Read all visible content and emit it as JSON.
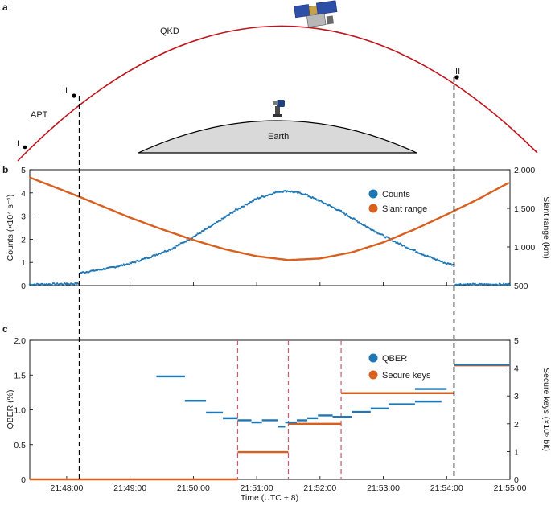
{
  "panel_a": {
    "letter": "a",
    "labels": {
      "qkd": "QKD",
      "apt": "APT",
      "earth": "Earth",
      "point_1": "I",
      "point_2": "II",
      "point_3": "III"
    },
    "orbit_color": "#c0141c",
    "earth_color": "#d9d9d9"
  },
  "chart_data": [
    {
      "panel": "b",
      "type": "scatter",
      "xlabel": "",
      "ylabel_left": "Counts (×10⁴ s⁻¹)",
      "ylabel_right": "Slant range (km)",
      "xlim": [
        "21:47:25",
        "21:55:00"
      ],
      "ylim_left": [
        0,
        5
      ],
      "ylim_right": [
        500,
        2000
      ],
      "yticks_left": [
        "0",
        "1",
        "2",
        "3",
        "4",
        "5"
      ],
      "yticks_right": [
        "500",
        "1,000",
        "1,500",
        "2,000"
      ],
      "legend": [
        "Counts",
        "Slant range"
      ],
      "legend_position": "top-right",
      "colors": {
        "counts": "#1f77b4",
        "slant_range": "#d95f1e"
      },
      "series": [
        {
          "name": "Counts",
          "axis": "left",
          "points": [
            [
              "21:47:25",
              0.05
            ],
            [
              "21:48:12",
              0.08
            ],
            [
              "21:48:13",
              0.55
            ],
            [
              "21:48:40",
              0.75
            ],
            [
              "21:49:00",
              0.95
            ],
            [
              "21:49:20",
              1.25
            ],
            [
              "21:49:40",
              1.6
            ],
            [
              "21:50:00",
              2.1
            ],
            [
              "21:50:20",
              2.65
            ],
            [
              "21:50:40",
              3.25
            ],
            [
              "21:51:00",
              3.75
            ],
            [
              "21:51:20",
              4.05
            ],
            [
              "21:51:30",
              4.08
            ],
            [
              "21:51:45",
              3.95
            ],
            [
              "21:52:00",
              3.65
            ],
            [
              "21:52:20",
              3.2
            ],
            [
              "21:52:40",
              2.65
            ],
            [
              "21:53:00",
              2.15
            ],
            [
              "21:53:20",
              1.7
            ],
            [
              "21:53:40",
              1.3
            ],
            [
              "21:54:00",
              0.95
            ],
            [
              "21:54:07",
              0.9
            ],
            [
              "21:54:08",
              0.05
            ],
            [
              "21:55:00",
              0.05
            ]
          ]
        },
        {
          "name": "Slant range",
          "axis": "right",
          "points": [
            [
              "21:47:25",
              1900
            ],
            [
              "21:48:12",
              1650
            ],
            [
              "21:49:00",
              1380
            ],
            [
              "21:49:30",
              1230
            ],
            [
              "21:50:00",
              1090
            ],
            [
              "21:50:30",
              970
            ],
            [
              "21:51:00",
              880
            ],
            [
              "21:51:30",
              830
            ],
            [
              "21:52:00",
              850
            ],
            [
              "21:52:30",
              930
            ],
            [
              "21:53:00",
              1060
            ],
            [
              "21:53:30",
              1230
            ],
            [
              "21:54:00",
              1420
            ],
            [
              "21:54:30",
              1620
            ],
            [
              "21:55:00",
              1840
            ]
          ]
        }
      ]
    },
    {
      "panel": "c",
      "type": "line",
      "xlabel": "Time (UTC + 8)",
      "ylabel_left": "QBER (%)",
      "ylabel_right": "Secure keys (×10⁵ bit)",
      "xlim": [
        "21:47:25",
        "21:55:00"
      ],
      "ylim_left": [
        0,
        2
      ],
      "ylim_right": [
        0,
        5
      ],
      "xticks": [
        "21:48:00",
        "21:49:00",
        "21:50:00",
        "21:51:00",
        "21:52:00",
        "21:53:00",
        "21:54:00",
        "21:55:00"
      ],
      "yticks_left": [
        "0",
        "0.5",
        "1.0",
        "1.5",
        "2.0"
      ],
      "yticks_right": [
        "0",
        "1",
        "2",
        "3",
        "4",
        "5"
      ],
      "legend": [
        "QBER",
        "Secure keys"
      ],
      "legend_position": "top-right",
      "colors": {
        "qber": "#1f77b4",
        "secure_keys": "#d95f1e",
        "key_boundaries": "#cc5a6a"
      },
      "key_boundaries": [
        "21:50:42",
        "21:51:30",
        "21:52:20"
      ],
      "series": [
        {
          "name": "QBER",
          "axis": "left",
          "segments": [
            [
              "21:49:25",
              "21:49:52",
              1.48
            ],
            [
              "21:49:52",
              "21:50:12",
              1.13
            ],
            [
              "21:50:12",
              "21:50:28",
              0.96
            ],
            [
              "21:50:28",
              "21:50:42",
              0.88
            ],
            [
              "21:50:42",
              "21:50:55",
              0.85
            ],
            [
              "21:50:55",
              "21:51:05",
              0.82
            ],
            [
              "21:51:05",
              "21:51:20",
              0.85
            ],
            [
              "21:51:20",
              "21:51:27",
              0.76
            ],
            [
              "21:51:27",
              "21:51:38",
              0.82
            ],
            [
              "21:51:38",
              "21:51:48",
              0.85
            ],
            [
              "21:51:48",
              "21:51:58",
              0.88
            ],
            [
              "21:51:58",
              "21:52:12",
              0.92
            ],
            [
              "21:52:12",
              "21:52:30",
              0.9
            ],
            [
              "21:52:30",
              "21:52:48",
              0.97
            ],
            [
              "21:52:48",
              "21:53:05",
              1.02
            ],
            [
              "21:53:05",
              "21:53:30",
              1.08
            ],
            [
              "21:53:30",
              "21:53:55",
              1.12
            ],
            [
              "21:53:30",
              "21:54:00",
              1.3
            ],
            [
              "21:54:07",
              "21:55:00",
              1.65
            ]
          ]
        },
        {
          "name": "Secure keys",
          "axis": "right",
          "steps": [
            [
              "21:47:25",
              "21:50:42",
              0
            ],
            [
              "21:50:42",
              "21:51:30",
              0.98
            ],
            [
              "21:51:30",
              "21:52:20",
              2.0
            ],
            [
              "21:52:20",
              "21:54:07",
              3.1
            ],
            [
              "21:54:07",
              "21:55:00",
              4.1
            ]
          ]
        }
      ]
    }
  ]
}
